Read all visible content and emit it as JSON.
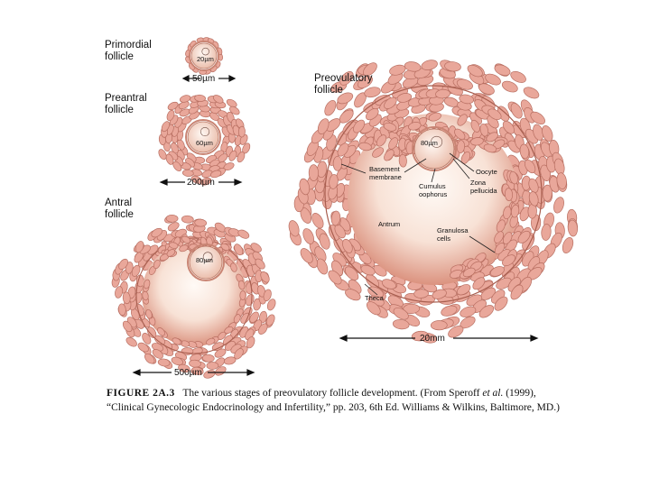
{
  "labels": {
    "primordial": [
      "Primordial",
      "follicle"
    ],
    "preantral": [
      "Preantral",
      "follicle"
    ],
    "antral": [
      "Antral",
      "follicle"
    ],
    "preovulatory": [
      "Preovulatory",
      "follicle"
    ]
  },
  "measures": {
    "primordial_oocyte": "20µm",
    "primordial_size": "50µm",
    "preantral_oocyte": "60µm",
    "preantral_size": "200µm",
    "antral_oocyte": "80µm",
    "antral_size": "500µm",
    "preovulatory_oocyte": "80µm",
    "preovulatory_size": "20mm"
  },
  "annotations": {
    "basement_membrane": [
      "Basement",
      "membrane"
    ],
    "cumulus_oophorus": [
      "Cumulus",
      "oophorus"
    ],
    "oocyte": "Oocyte",
    "zona_pellucida": [
      "Zona",
      "pellucida"
    ],
    "antrum": "Antrum",
    "granulosa_cells": [
      "Granulosa",
      "cells"
    ],
    "theca": "Theca"
  },
  "caption": {
    "figure": "FIGURE 2A.3",
    "text_1": "The various stages of preovulatory follicle development. (From Speroff ",
    "et_al": "et al.",
    "text_2": " (1999), “Clinical Gynecologic Endocrinology and Infertility,” pp. 203, 6th Ed. Williams & Wilkins, Baltimore, MD.)"
  },
  "colors": {
    "cell_fill": "#e9a79a",
    "cell_stroke": "#b86f62",
    "antrum_light": "#fdf3ec",
    "antrum_dark": "#e0a08f",
    "oocyte_fill": "#fbeee6",
    "ink": "#111111"
  }
}
